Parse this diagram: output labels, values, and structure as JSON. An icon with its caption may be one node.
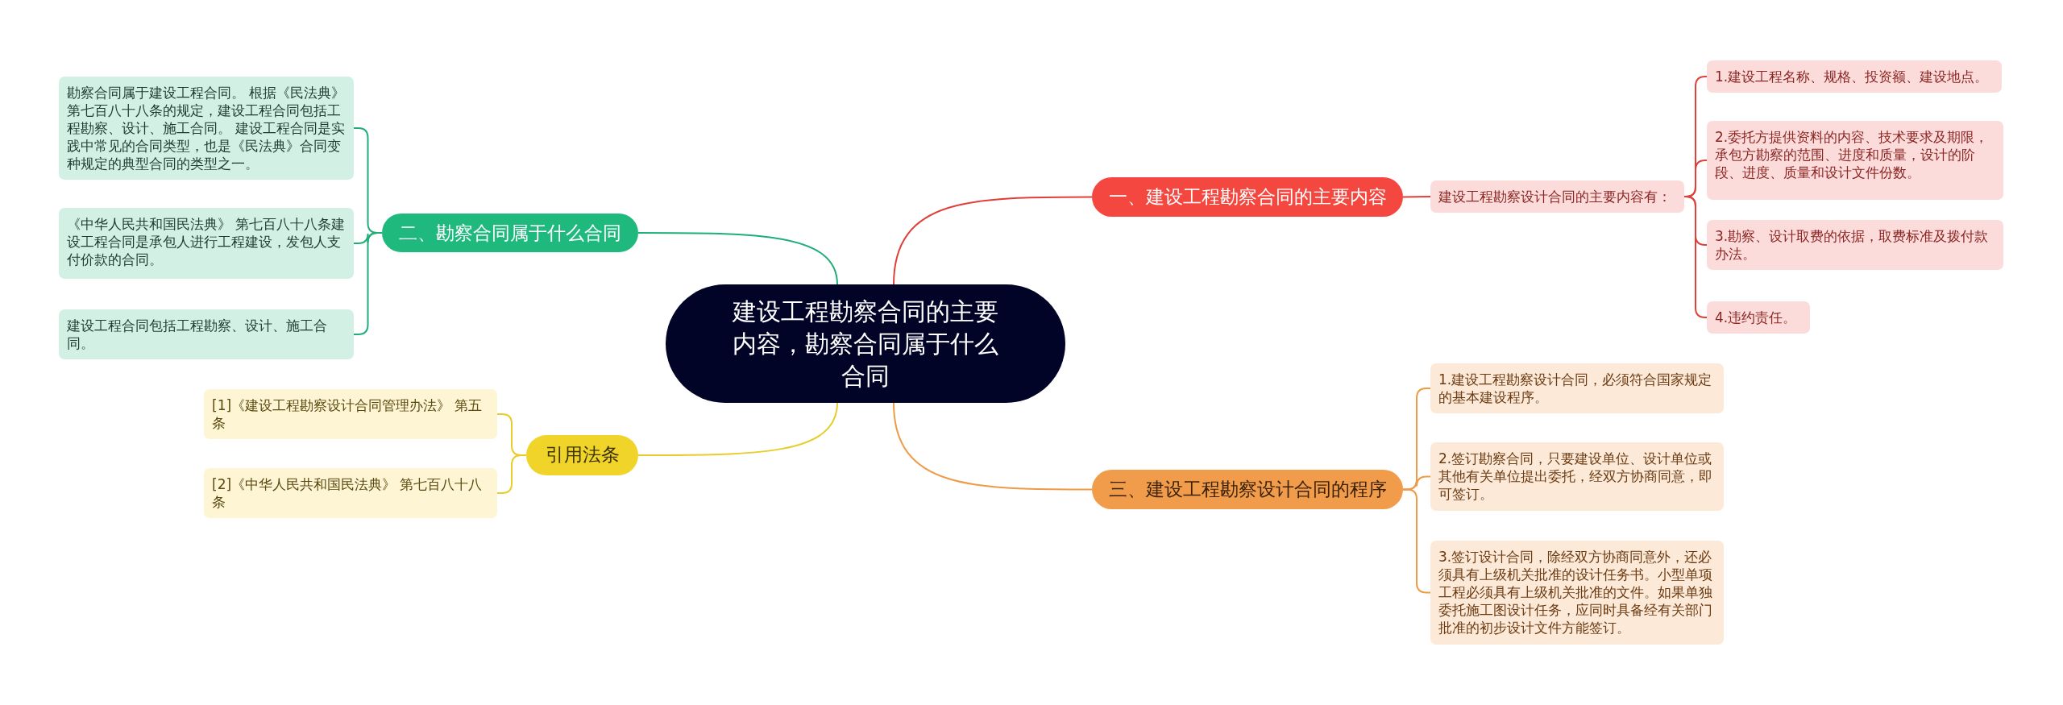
{
  "diagram": {
    "nodes": [
      {
        "text": [
          "建设工程勘察合同的主要内容，勘察合同属于什么合同"
        ]
      },
      {
        "text": [
          "一、建设工程勘察合同的主要内容"
        ]
      },
      {
        "text": [
          "建设工程勘察设计合同的主要内容有："
        ]
      },
      {
        "text": [
          "1.建设工程名称、规格、投资额、建设地点。"
        ]
      },
      {
        "text": [
          "2.委托方提供资料的内容、技术要求及期限，承包方勘察的范围、进度和质量，设计的阶段、进度、质量和设计文件份数。"
        ]
      },
      {
        "text": [
          "3.勘察、设计取费的依据，取费标准及拨付款办法。"
        ]
      },
      {
        "text": [
          "4.违约责任。"
        ]
      },
      {
        "text": [
          "二、勘察合同属于什么合同"
        ]
      },
      {
        "text": [
          "勘察合同属于建设工程合同。 根据《民法典》第七百八十八条的规定，建设工程合同包括工程勘察、设计、施工合同。 建设工程合同是实践中常见的合同类型，也是《民法典》合同变种规定的典型合同的类型之一。"
        ]
      },
      {
        "text": [
          "《中华人民共和国民法典》 第七百八十八条建设工程合同是承包人进行工程建设，发包人支付价款的合同。"
        ]
      },
      {
        "text": [
          "建设工程合同包括工程勘察、设计、施工合同。"
        ]
      },
      {
        "text": [
          "三、建设工程勘察设计合同的程序"
        ]
      },
      {
        "text": [
          "1.建设工程勘察设计合同，必须符合国家规定的基本建设程序。"
        ]
      },
      {
        "text": [
          "2.签订勘察合同，只要建设单位、设计单位或其他有关单位提出委托，经双方协商同意，即可签订。"
        ]
      },
      {
        "text": [
          "3.签订设计合同，除经双方协商同意外，还必须具有上级机关批准的设计任务书。小型单项工程必须具有上级机关批准的文件。如果单独委托施工图设计任务，应同时具备经有关部门批准的初步设计文件方能签订。"
        ]
      },
      {
        "text": [
          "引用法条"
        ]
      },
      {
        "text": [
          "[1]《建设工程勘察设计合同管理办法》 第五条"
        ]
      },
      {
        "text": [
          "[2]《中华人民共和国民法典》 第七百八十八条"
        ]
      }
    ],
    "edges": [
      {
        "from": 0,
        "to": 1,
        "arrow": "none",
        "color": "#e0403a"
      },
      {
        "from": 1,
        "to": 2,
        "arrow": "none",
        "color": "#e0403a"
      },
      {
        "from": 2,
        "to": 3,
        "arrow": "none",
        "color": "#e0403a"
      },
      {
        "from": 2,
        "to": 4,
        "arrow": "none",
        "color": "#e0403a"
      },
      {
        "from": 2,
        "to": 5,
        "arrow": "none",
        "color": "#e0403a"
      },
      {
        "from": 2,
        "to": 6,
        "arrow": "none",
        "color": "#e0403a"
      },
      {
        "from": 0,
        "to": 7,
        "arrow": "none",
        "color": "#1fae78"
      },
      {
        "from": 7,
        "to": 8,
        "arrow": "none",
        "color": "#1fae78"
      },
      {
        "from": 7,
        "to": 9,
        "arrow": "none",
        "color": "#1fae78"
      },
      {
        "from": 7,
        "to": 10,
        "arrow": "none",
        "color": "#1fae78"
      },
      {
        "from": 0,
        "to": 11,
        "arrow": "none",
        "color": "#ef9a45"
      },
      {
        "from": 11,
        "to": 12,
        "arrow": "none",
        "color": "#ef9a45"
      },
      {
        "from": 11,
        "to": 13,
        "arrow": "none",
        "color": "#ef9a45"
      },
      {
        "from": 11,
        "to": 14,
        "arrow": "none",
        "color": "#ef9a45"
      },
      {
        "from": 0,
        "to": 15,
        "arrow": "none",
        "color": "#e8cc2a"
      },
      {
        "from": 15,
        "to": 16,
        "arrow": "none",
        "color": "#e8cc2a"
      },
      {
        "from": 15,
        "to": 17,
        "arrow": "none",
        "color": "#e8cc2a"
      }
    ]
  }
}
